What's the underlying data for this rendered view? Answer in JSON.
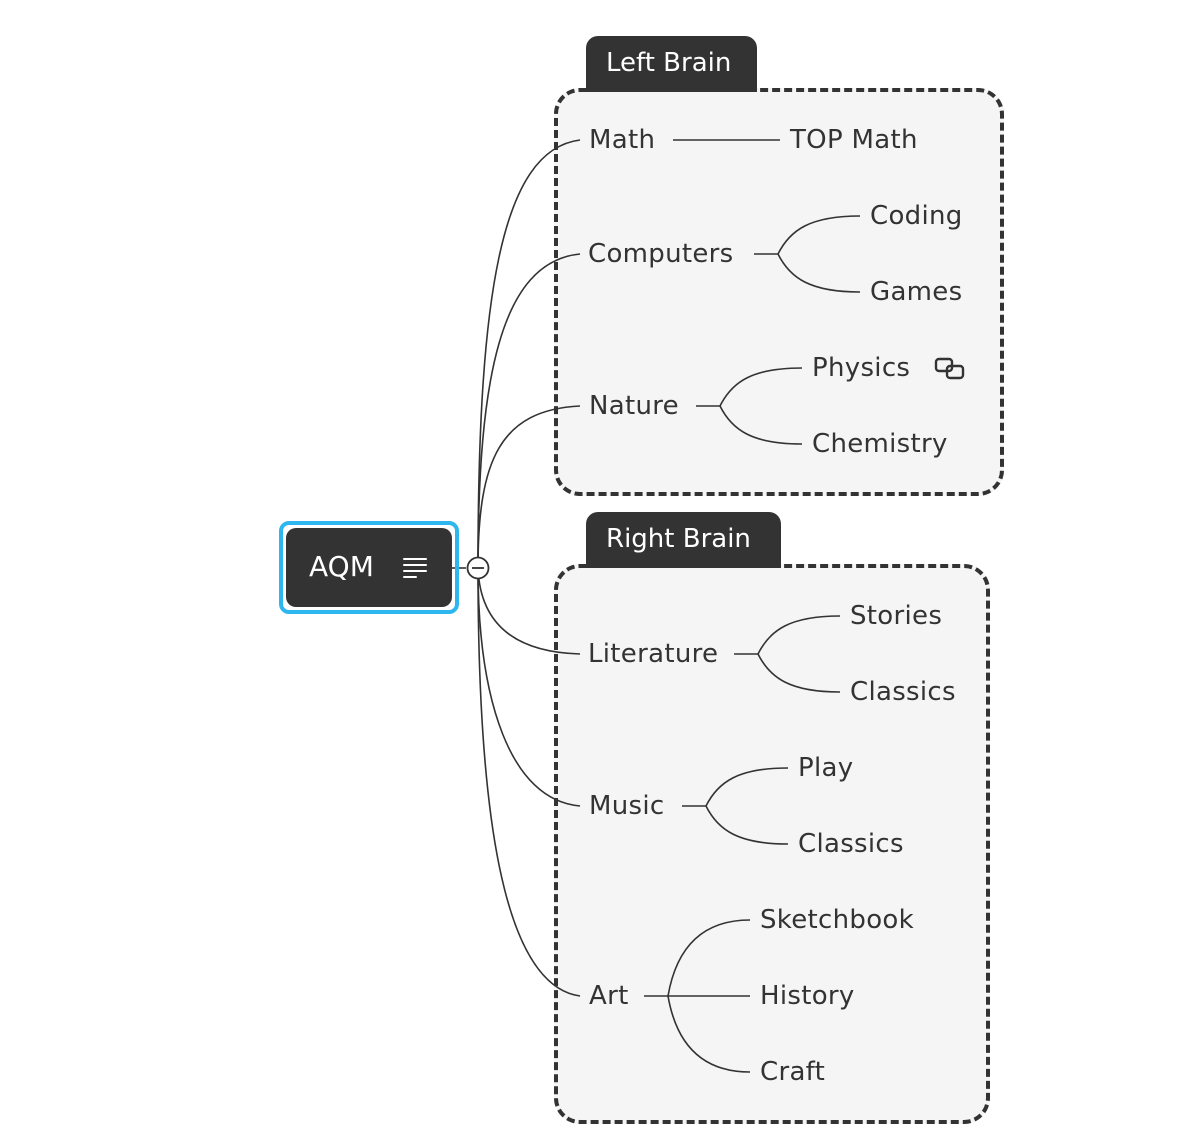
{
  "root": {
    "label": "AQM",
    "notes_icon": "notes-lines-icon",
    "collapse_icon": "collapse-minus-icon"
  },
  "boundaries": [
    {
      "label": "Left Brain"
    },
    {
      "label": "Right Brain"
    }
  ],
  "topics": [
    {
      "label": "Math",
      "children": [
        "TOP Math"
      ]
    },
    {
      "label": "Computers",
      "children": [
        "Coding",
        "Games"
      ]
    },
    {
      "label": "Nature",
      "children": [
        "Physics",
        "Chemistry"
      ]
    },
    {
      "label": "Literature",
      "children": [
        "Stories",
        "Classics"
      ]
    },
    {
      "label": "Music",
      "children": [
        "Play",
        "Classics"
      ]
    },
    {
      "label": "Art",
      "children": [
        "Sketchbook",
        "History",
        "Craft"
      ]
    }
  ],
  "icons": {
    "physics_link": "link-icon"
  },
  "colors": {
    "node_dark": "#333333",
    "selection": "#2eb7ee",
    "boundary_fill": "#f5f5f5",
    "line": "#333333"
  }
}
